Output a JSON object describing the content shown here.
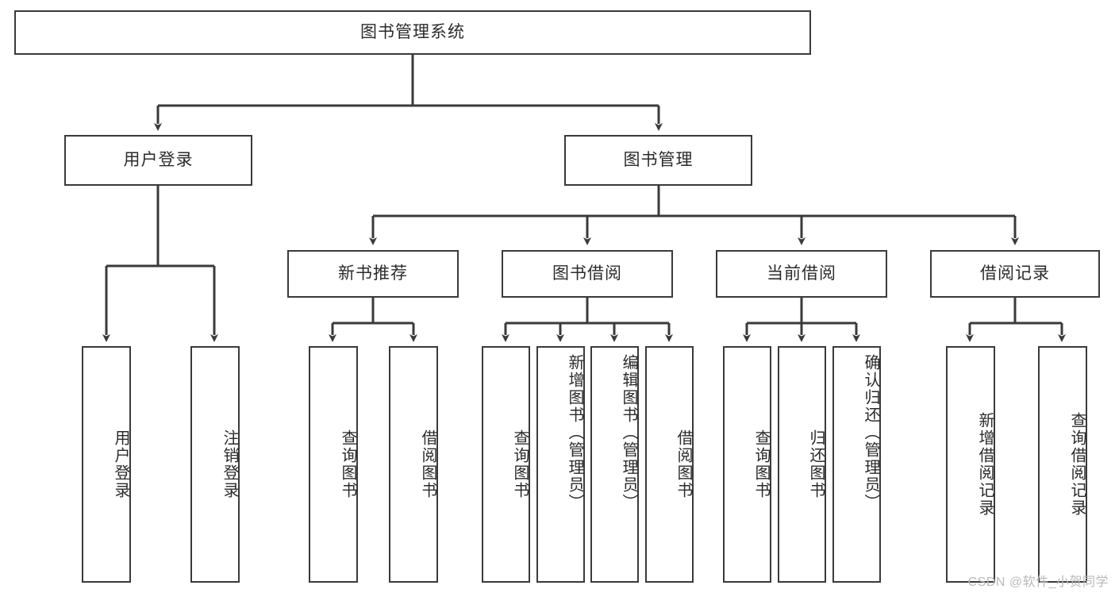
{
  "diagram": {
    "title": "图书管理系统",
    "watermark": "CSDN @软件_小贺同学",
    "accent_color": "#3a3a3a",
    "background_color": "#ffffff",
    "root": {
      "label": "图书管理系统"
    },
    "level2": [
      {
        "label": "用户登录"
      },
      {
        "label": "图书管理"
      }
    ],
    "level3": [
      {
        "label": "新书推荐"
      },
      {
        "label": "图书借阅"
      },
      {
        "label": "当前借阅"
      },
      {
        "label": "借阅记录"
      }
    ],
    "leaves": {
      "user_login": [
        {
          "label": "用户登录"
        },
        {
          "label": "注销登录"
        }
      ],
      "new_book_recommend": [
        {
          "label": "查询图书"
        },
        {
          "label": "借阅图书"
        }
      ],
      "book_borrow": [
        {
          "label": "查询图书"
        },
        {
          "label": "新增图书（管理员）"
        },
        {
          "label": "编辑图书（管理员）"
        },
        {
          "label": "借阅图书"
        }
      ],
      "current_borrow": [
        {
          "label": "查询图书"
        },
        {
          "label": "归还图书"
        },
        {
          "label": "确认归还（管理员）"
        }
      ],
      "borrow_record": [
        {
          "label": "新增借阅记录"
        },
        {
          "label": "查询借阅记录"
        }
      ]
    }
  }
}
